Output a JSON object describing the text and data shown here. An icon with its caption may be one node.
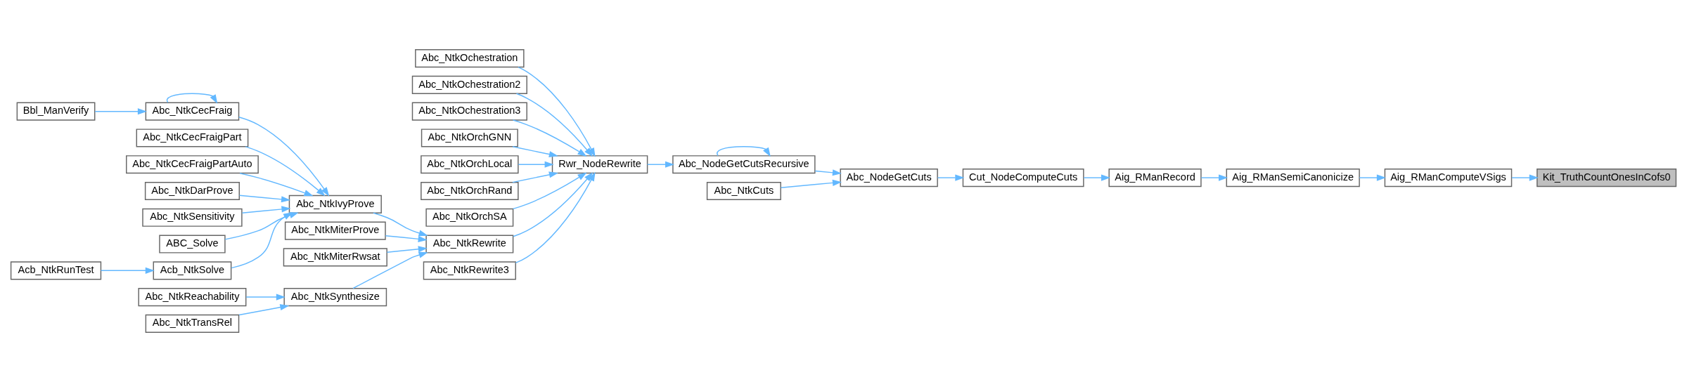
{
  "diagram": {
    "nodes": [
      {
        "text": [
          "Kit_TruthCountOnesInCofs0"
        ]
      },
      {
        "text": [
          "Aig_RManComputeVSigs"
        ]
      },
      {
        "text": [
          "Aig_RManSemiCanonicize"
        ]
      },
      {
        "text": [
          "Aig_RManRecord"
        ]
      },
      {
        "text": [
          "Cut_NodeComputeCuts"
        ]
      },
      {
        "text": [
          "Abc_NodeGetCuts"
        ]
      },
      {
        "text": [
          "Abc_NodeGetCutsRecursive"
        ]
      },
      {
        "text": [
          "Abc_NtkCuts"
        ]
      },
      {
        "text": [
          "Rwr_NodeRewrite"
        ]
      },
      {
        "text": [
          "Abc_NtkOchestration"
        ]
      },
      {
        "text": [
          "Abc_NtkOchestration2"
        ]
      },
      {
        "text": [
          "Abc_NtkOchestration3"
        ]
      },
      {
        "text": [
          "Abc_NtkOrchGNN"
        ]
      },
      {
        "text": [
          "Abc_NtkOrchLocal"
        ]
      },
      {
        "text": [
          "Abc_NtkOrchRand"
        ]
      },
      {
        "text": [
          "Abc_NtkOrchSA"
        ]
      },
      {
        "text": [
          "Abc_NtkRewrite"
        ]
      },
      {
        "text": [
          "Abc_NtkRewrite3"
        ]
      },
      {
        "text": [
          "Abc_NtkIvyProve"
        ]
      },
      {
        "text": [
          "Abc_NtkMiterProve"
        ]
      },
      {
        "text": [
          "Abc_NtkMiterRwsat"
        ]
      },
      {
        "text": [
          "Abc_NtkSynthesize"
        ]
      },
      {
        "text": [
          "Abc_NtkCecFraig"
        ]
      },
      {
        "text": [
          "Abc_NtkCecFraigPart"
        ]
      },
      {
        "text": [
          "Abc_NtkCecFraigPartAuto"
        ]
      },
      {
        "text": [
          "Abc_NtkDarProve"
        ]
      },
      {
        "text": [
          "Abc_NtkSensitivity"
        ]
      },
      {
        "text": [
          "ABC_Solve"
        ]
      },
      {
        "text": [
          "Acb_NtkSolve"
        ]
      },
      {
        "text": [
          "Bbl_ManVerify"
        ]
      },
      {
        "text": [
          "Acb_NtkRunTest"
        ]
      },
      {
        "text": [
          "Abc_NtkReachability"
        ]
      },
      {
        "text": [
          "Abc_NtkTransRel"
        ]
      }
    ],
    "edges": [
      {
        "from": 1,
        "to": 0,
        "arrow": "to"
      },
      {
        "from": 2,
        "to": 1,
        "arrow": "to"
      },
      {
        "from": 3,
        "to": 2,
        "arrow": "to"
      },
      {
        "from": 4,
        "to": 3,
        "arrow": "to"
      },
      {
        "from": 5,
        "to": 4,
        "arrow": "to"
      },
      {
        "from": 6,
        "to": 5,
        "arrow": "to"
      },
      {
        "from": 7,
        "to": 5,
        "arrow": "to"
      },
      {
        "from": 6,
        "to": 6,
        "arrow": "to"
      },
      {
        "from": 8,
        "to": 6,
        "arrow": "to"
      },
      {
        "from": 9,
        "to": 8,
        "arrow": "to"
      },
      {
        "from": 10,
        "to": 8,
        "arrow": "to"
      },
      {
        "from": 11,
        "to": 8,
        "arrow": "to"
      },
      {
        "from": 12,
        "to": 8,
        "arrow": "to"
      },
      {
        "from": 13,
        "to": 8,
        "arrow": "to"
      },
      {
        "from": 14,
        "to": 8,
        "arrow": "to"
      },
      {
        "from": 15,
        "to": 8,
        "arrow": "to"
      },
      {
        "from": 16,
        "to": 8,
        "arrow": "to"
      },
      {
        "from": 17,
        "to": 8,
        "arrow": "to"
      },
      {
        "from": 18,
        "to": 16,
        "arrow": "to"
      },
      {
        "from": 19,
        "to": 16,
        "arrow": "to"
      },
      {
        "from": 20,
        "to": 16,
        "arrow": "to"
      },
      {
        "from": 21,
        "to": 16,
        "arrow": "to"
      },
      {
        "from": 22,
        "to": 18,
        "arrow": "to"
      },
      {
        "from": 23,
        "to": 18,
        "arrow": "to"
      },
      {
        "from": 24,
        "to": 18,
        "arrow": "to"
      },
      {
        "from": 25,
        "to": 18,
        "arrow": "to"
      },
      {
        "from": 26,
        "to": 18,
        "arrow": "to"
      },
      {
        "from": 27,
        "to": 18,
        "arrow": "to"
      },
      {
        "from": 28,
        "to": 18,
        "arrow": "to"
      },
      {
        "from": 22,
        "to": 22,
        "arrow": "to"
      },
      {
        "from": 29,
        "to": 22,
        "arrow": "to"
      },
      {
        "from": 30,
        "to": 28,
        "arrow": "to"
      },
      {
        "from": 31,
        "to": 21,
        "arrow": "to"
      },
      {
        "from": 32,
        "to": 21,
        "arrow": "to"
      }
    ]
  }
}
